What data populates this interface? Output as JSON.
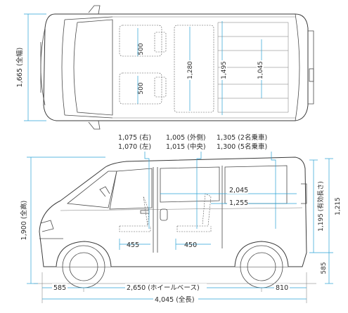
{
  "top_view": {
    "overall_width": "1,665 (全幅)",
    "seat_width_front_upper": "500",
    "seat_width_front_lower": "500",
    "cargo_width_1280": "1,280",
    "cargo_width_1495": "1,495",
    "cargo_width_1045": "1,045"
  },
  "side_view": {
    "headroom_right": "1,075 (右)",
    "headroom_left": "1,070 (左)",
    "height_outer": "1,005 (外側)",
    "height_center": "1,015 (中央)",
    "length_2seat": "1,305 (2名乗車)",
    "length_5seat": "1,300 (5名乗車)",
    "cargo_length_2045": "2,045",
    "cargo_length_1255": "1,255",
    "overall_height": "1,900 (全高)",
    "cargo_height_1195": "1,195 (有効長さ)",
    "rear_height_1215": "1,215",
    "floor_height_585": "585",
    "front_seat_depth": "455",
    "second_seat_depth": "450",
    "front_overhang": "585",
    "wheelbase": "2,650 (ホイールベース)",
    "rear_overhang": "810",
    "overall_length": "4,045 (全長)"
  }
}
